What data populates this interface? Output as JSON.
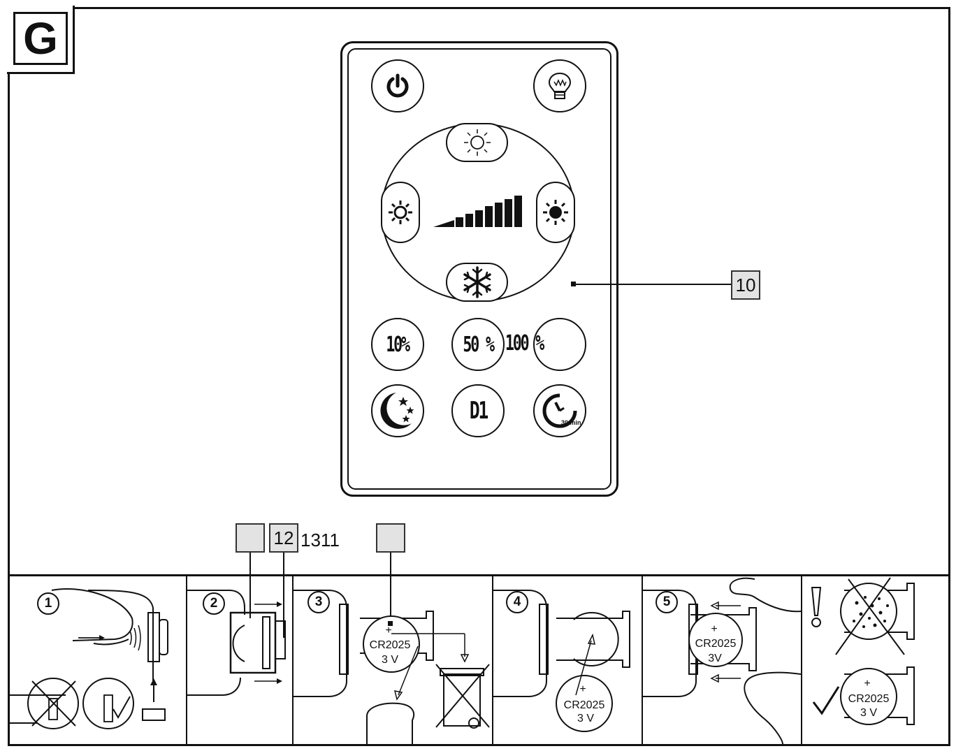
{
  "section_letter": "G",
  "remote": {
    "brightness_button_labels": [
      "10%",
      "50 %",
      "100 %"
    ],
    "mode_button_label": "D1",
    "timer_icon_text": "30 min"
  },
  "callouts": {
    "remote_label": "10",
    "battery_callouts": [
      "",
      "12",
      ""
    ],
    "extra_label_text": "1311"
  },
  "steps": {
    "numbers": [
      "1",
      "2",
      "3",
      "4",
      "5"
    ],
    "battery": {
      "plus": "+",
      "model": "CR2025",
      "voltage_spaced": "3 V",
      "voltage": "3V"
    }
  },
  "icons": [
    "power-icon",
    "bulb-icon",
    "sun-outline-icon",
    "sun-small-icon",
    "sun-large-icon",
    "snowflake-icon",
    "brightness-bars-icon",
    "moon-stars-icon",
    "timer-icon",
    "recycle-bin-crossed-icon",
    "warning-exclamation-icon",
    "checkmark-icon"
  ]
}
